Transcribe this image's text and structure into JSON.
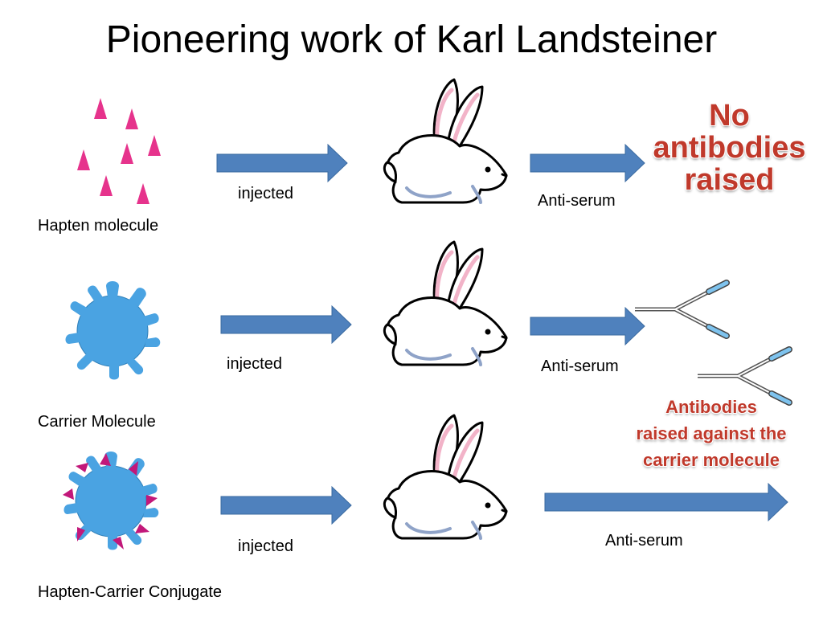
{
  "slide": {
    "title": "Pioneering work of Karl Landsteiner",
    "colors": {
      "arrow": "#4f81bd",
      "hapten": "#e6338c",
      "conjugate_hapten": "#c2187a",
      "carrier": "#4aa3e2",
      "result_text": "#c0392b"
    },
    "rows": [
      {
        "molecule_label": "Hapten molecule",
        "injected_label": "injected",
        "antiserum_label": "Anti-serum",
        "result_lines": [
          "No",
          "antibodies",
          "raised"
        ]
      },
      {
        "molecule_label": "Carrier Molecule",
        "injected_label": "injected",
        "antiserum_label": "Anti-serum",
        "result_lines": [
          "Antibodies",
          "raised against the",
          "carrier molecule"
        ]
      },
      {
        "molecule_label": "Hapten-Carrier Conjugate",
        "injected_label": "injected",
        "antiserum_label": "Anti-serum"
      }
    ],
    "icons": {
      "rabbit": "rabbit-icon",
      "antibody": "antibody-icon",
      "hapten": "hapten-triangle-icon",
      "carrier": "carrier-molecule-icon"
    }
  }
}
